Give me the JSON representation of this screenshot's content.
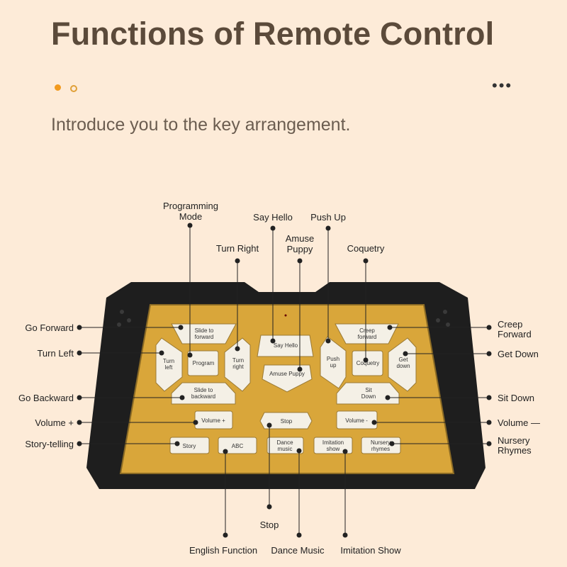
{
  "header": {
    "title": "Functions of Remote Control",
    "more_label": "•••",
    "subtitle": "Introduce you to the key arrangement."
  },
  "pagination": {
    "active": 1,
    "total": 2
  },
  "colors": {
    "background": "#fdebd8",
    "accent": "#f29a1e",
    "panel": "#d9a63a",
    "body": "#1e1e1e"
  },
  "buttons": {
    "slide_forward": [
      "Slide to",
      "forward"
    ],
    "turn_left": [
      "Turn",
      "left"
    ],
    "program": "Program",
    "turn_right": [
      "Turn",
      "right"
    ],
    "slide_backward": [
      "Slide to",
      "backward"
    ],
    "say_hello": "Say Hello",
    "amuse_puppy": "Amuse Puppy",
    "push_up": [
      "Push",
      "up"
    ],
    "coquetry": "Coquetry",
    "get_down": [
      "Get",
      "down"
    ],
    "creep_forward": [
      "Creep",
      "forward"
    ],
    "sit_down": [
      "Sit",
      "Down"
    ],
    "volume_up": "Volume +",
    "stop": "Stop",
    "volume_down": "Volume -",
    "story": "Story",
    "abc": "ABC",
    "dance_music": [
      "Dance",
      "music"
    ],
    "imitation_show": [
      "Imitation",
      "show"
    ],
    "nursery_rhymes": [
      "Nursery",
      "rhymes"
    ]
  },
  "callouts": {
    "go_forward": "Go Forward",
    "turn_left": "Turn Left",
    "go_backward": "Go Backward",
    "volume_up": "Volume +",
    "story_telling": "Story-telling",
    "creep_forward": [
      "Creep",
      "Forward"
    ],
    "get_down": "Get Down",
    "sit_down": "Sit Down",
    "volume_down": "Volume —",
    "nursery_rhymes": [
      "Nursery",
      "Rhymes"
    ],
    "programming_mode": [
      "Programming",
      "Mode"
    ],
    "turn_right": "Turn Right",
    "say_hello": "Say Hello",
    "amuse_puppy": [
      "Amuse",
      "Puppy"
    ],
    "push_up": "Push Up",
    "coquetry": "Coquetry",
    "stop": "Stop",
    "english_function": "English Function",
    "dance_music": "Dance Music",
    "imitation_show": "Imitation Show"
  }
}
